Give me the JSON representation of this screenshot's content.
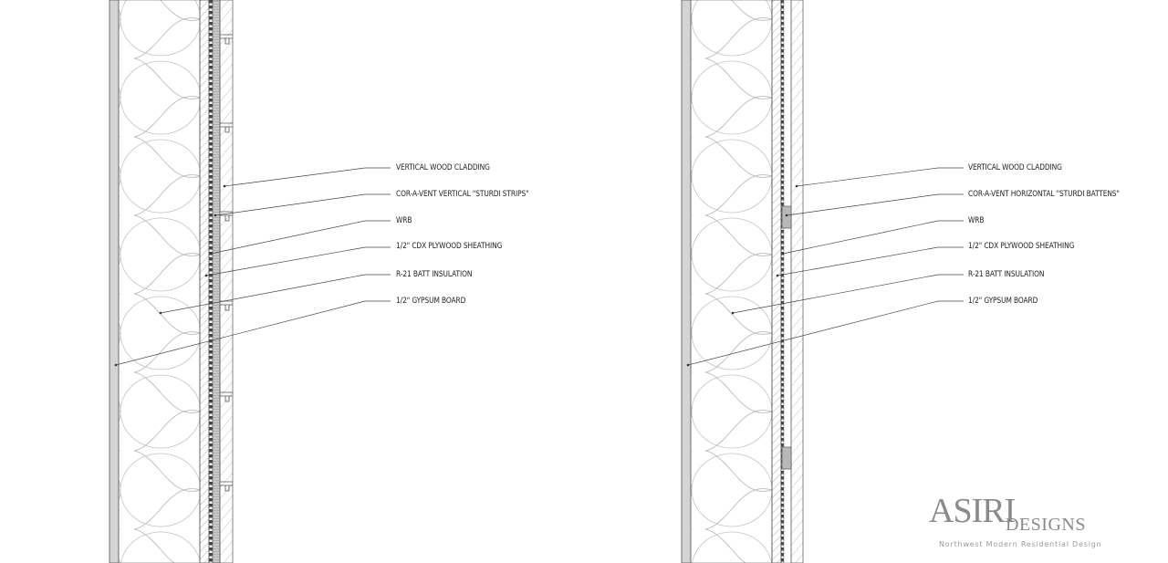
{
  "diagram": {
    "type": "wall-section-details",
    "panels": [
      {
        "id": "left",
        "variant": "vertical sturdi strips",
        "labels": [
          "VERTICAL WOOD CLADDING",
          "COR-A-VENT VERTICAL \"STURDI STRIPS\"",
          "WRB",
          "1/2\" CDX PLYWOOD SHEATHING",
          "R-21 BATT INSULATION",
          "1/2\" GYPSUM BOARD"
        ]
      },
      {
        "id": "right",
        "variant": "horizontal sturdi battens",
        "labels": [
          "VERTICAL WOOD CLADDING",
          "COR-A-VENT HORIZONTAL \"STURDI BATTENS\"",
          "WRB",
          "1/2\" CDX PLYWOOD SHEATHING",
          "R-21 BATT INSULATION",
          "1/2\" GYPSUM BOARD"
        ]
      }
    ],
    "colors": {
      "line": "#555555",
      "insulation": "#bbbbbb",
      "gypsum": "#cfcfcf",
      "batten": "#b5b5b5",
      "logo": "#8a8a8a"
    }
  },
  "logo": {
    "main": "ASIRI",
    "sub": "DESIGNS",
    "tagline": "Northwest  Modern  Residential  Design"
  }
}
